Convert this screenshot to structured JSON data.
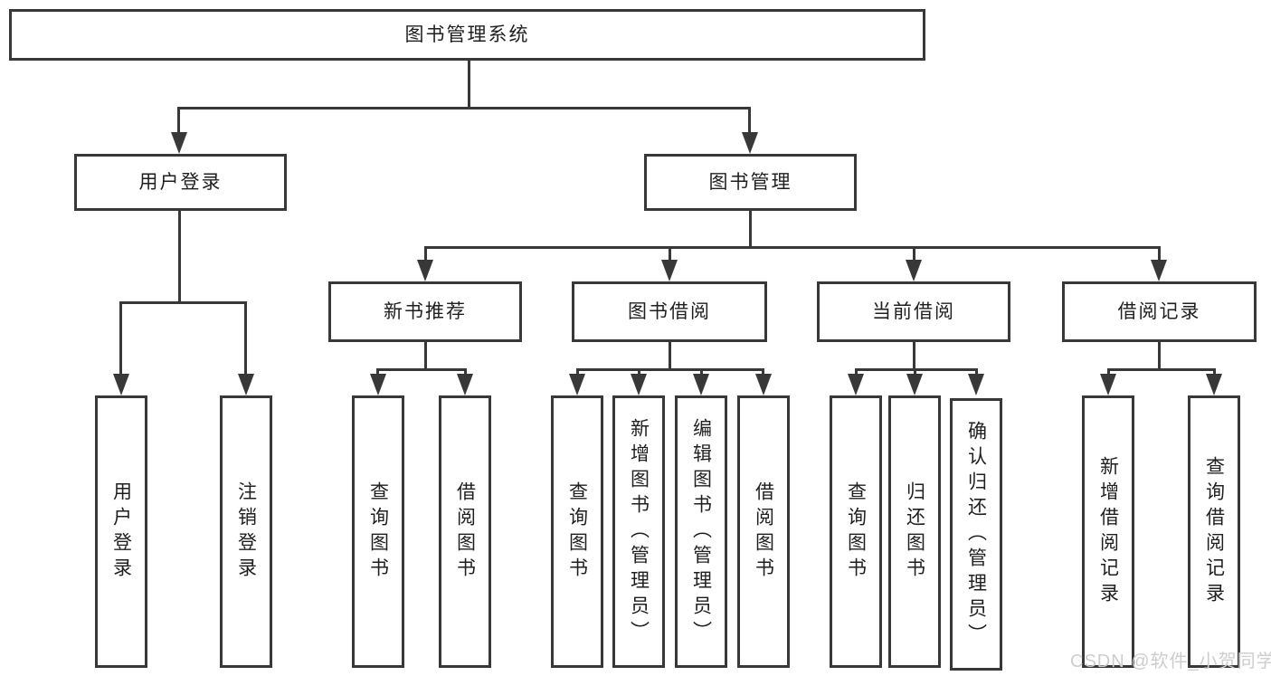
{
  "diagram": {
    "type": "hierarchy-tree",
    "colors": {
      "line": "#383838",
      "box_border": "#383838",
      "text": "#1f1f1f",
      "background": "#ffffff",
      "watermark": "#cdcdcd"
    },
    "tree": {
      "label": "图书管理系统",
      "children": [
        {
          "label": "用户登录",
          "children": [
            {
              "label": "用户登录"
            },
            {
              "label": "注销登录"
            }
          ]
        },
        {
          "label": "图书管理",
          "children": [
            {
              "label": "新书推荐",
              "children": [
                {
                  "label": "查询图书"
                },
                {
                  "label": "借阅图书"
                }
              ]
            },
            {
              "label": "图书借阅",
              "children": [
                {
                  "label": "查询图书"
                },
                {
                  "label": "新增图书（管理员）"
                },
                {
                  "label": "编辑图书（管理员）"
                },
                {
                  "label": "借阅图书"
                }
              ]
            },
            {
              "label": "当前借阅",
              "children": [
                {
                  "label": "查询图书"
                },
                {
                  "label": "归还图书"
                },
                {
                  "label": "确认归还（管理员）"
                }
              ]
            },
            {
              "label": "借阅记录",
              "children": [
                {
                  "label": "新增借阅记录"
                },
                {
                  "label": "查询借阅记录"
                }
              ]
            }
          ]
        }
      ]
    },
    "watermark": {
      "text": "CSDN @软件_小贺同学"
    }
  }
}
